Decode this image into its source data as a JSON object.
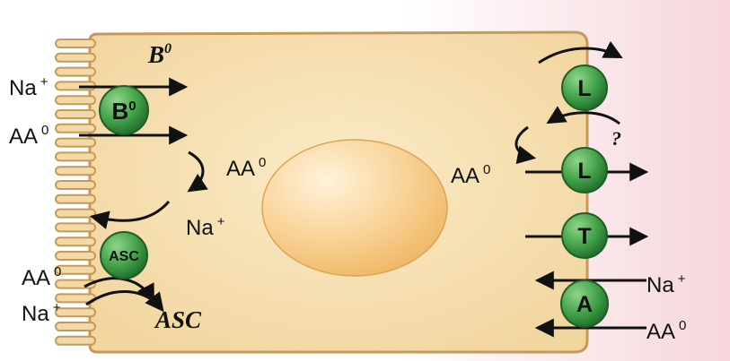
{
  "colors": {
    "background_right": "#f6d6dc",
    "cell_fill": "#f5deb0",
    "cell_stroke": "#c59a59",
    "nucleus": "#f6c77f",
    "transporter": "#3f9f46",
    "arrow": "#111111"
  },
  "apical": {
    "title_main": "B",
    "title_sup": "0",
    "asc_title": "ASC",
    "b0_transporter": {
      "main": "B",
      "sup": "0"
    },
    "asc_transporter": "ASC",
    "na_top": {
      "main": "Na",
      "sup": "+"
    },
    "aa_top": {
      "main": "AA",
      "sup": "0"
    },
    "aa_bottom": {
      "main": "AA",
      "sup": "0"
    },
    "na_bottom": {
      "main": "Na",
      "sup": "+"
    }
  },
  "cytoplasm": {
    "aa_left": {
      "main": "AA",
      "sup": "0"
    },
    "na_left": {
      "main": "Na",
      "sup": "+"
    },
    "aa_right": {
      "main": "AA",
      "sup": "0"
    }
  },
  "basolateral": {
    "transporters": [
      "L",
      "L",
      "T",
      "A"
    ],
    "question": "?",
    "na_label": {
      "main": "Na",
      "sup": "+"
    },
    "aa_label": {
      "main": "AA",
      "sup": "0"
    }
  }
}
